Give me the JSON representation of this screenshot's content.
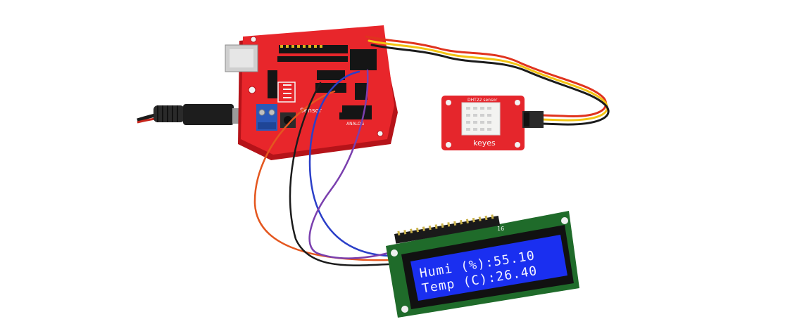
{
  "shield": {
    "label": "Sensor",
    "analog_label": "ANALOG",
    "colors": {
      "board": "#e8262b",
      "board_dark": "#b51319"
    }
  },
  "sensor_module": {
    "title": "DHT22 sensor",
    "brand": "keyes",
    "colors": {
      "board": "#e5262c",
      "sensor_body": "#f3f3f1"
    }
  },
  "lcd": {
    "header_number": "16",
    "line1": "Humi (%):55.10",
    "line2": "Temp (C):26.40",
    "colors": {
      "pcb": "#1f6b2a",
      "screen": "#1a2ff0",
      "text": "#f2f2ff"
    }
  },
  "wire_colors": {
    "red": "#e0331e",
    "yellow": "#f2c313",
    "black": "#1b1b1b",
    "orange": "#e4571f",
    "blue": "#2b3fc8",
    "purple": "#7a3fae"
  }
}
